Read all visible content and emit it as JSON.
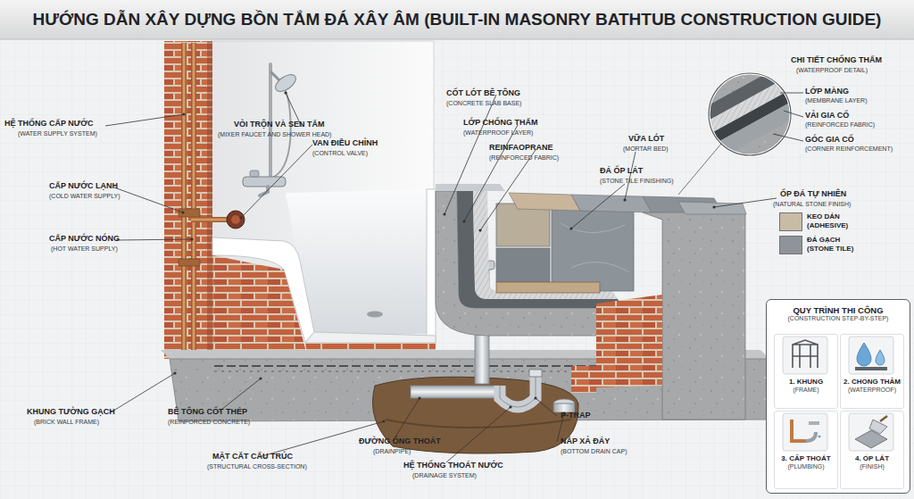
{
  "diagram": {
    "title": "HƯỚNG DẪN XÂY DỰNG BỒN TẮM ĐÁ XÂY ÂM (BUILT-IN MASONRY BATHTUB CONSTRUCTION GUIDE)",
    "nodes": [
      {
        "text": [
          "QUY TRÌNH THI CÔNG",
          "(CONSTRUCTION STEP-BY-STEP)"
        ]
      },
      {
        "text": [
          "1. KHUNG",
          "(FRAME)"
        ],
        "in": 0
      },
      {
        "text": [
          "2. CHỐNG THẤM",
          "(WATERPROOF)"
        ],
        "in": 0
      },
      {
        "text": [
          "3. CẤP THOÁT",
          "(PLUMBING)"
        ],
        "in": 0
      },
      {
        "text": [
          "4. ỐP LÁT",
          "(FINISH)"
        ],
        "in": 0
      }
    ],
    "labels": [
      "HỆ THỐNG CẤP NƯỚC",
      "(WATER SUPPLY SYSTEM)",
      "CẤP NƯỚC LẠNH",
      "(COLD WATER SUPPLY)",
      "CẤP NƯỚC NÓNG",
      "(HOT WATER SUPPLY)",
      "KHUNG TƯỜNG GẠCH",
      "(BRICK WALL FRAME)",
      "VÒI TRỘN VÀ SEN TẮM",
      "(MIXER FAUCET AND SHOWER HEAD)",
      "VAN ĐIỀU CHỈNH",
      "(CONTROL VALVE)",
      "CỐT LÓT BÊ TÔNG",
      "(CONCRETE SLAB BASE)",
      "LỚP CHỐNG THẤM",
      "(WATERPROOF LAYER)",
      "REINFAOPRANE",
      "(REINFORCED FABRIC)",
      "VỮA LÓT",
      "(MORTAR BED)",
      "ĐÁ ỐP LÁT",
      "(STONE TILE FINISHING)",
      "CHI TIẾT CHỐNG THẤM",
      "(WATERPROOF DETAIL)",
      "LỚP MÀNG",
      "(MEMBRANE LAYER)",
      "VẢI GIA CỐ",
      "(REINFORCED FABRIC)",
      "GÓC GIA CỐ",
      "(CORNER REINFORCEMENT)",
      "ỐP ĐÁ TỰ NHIÊN",
      "(NATURAL STONE FINISH)",
      "BÊ TÔNG CỐT THÉP",
      "(REINFORCED CONCRETE)",
      "MẶT CẮT CẤU TRÚC",
      "(STRUCTURAL CROSS-SECTION)",
      "ĐƯỜNG ỐNG THOÁT",
      "(DRAINPIPE)",
      "HỆ THỐNG THOÁT NƯỚC",
      "(DRAINAGE SYSTEM)",
      "P-TRAP",
      "NẮP XẢ ĐÁY",
      "(BOTTOM DRAIN CAP)"
    ],
    "legend": [
      {
        "text": "KEO DÁN (ADHESIVE)",
        "color": "#c8bca6"
      },
      {
        "text": "ĐÁ GẠCH (STONE TILE)",
        "color": "#8e949a"
      }
    ]
  }
}
